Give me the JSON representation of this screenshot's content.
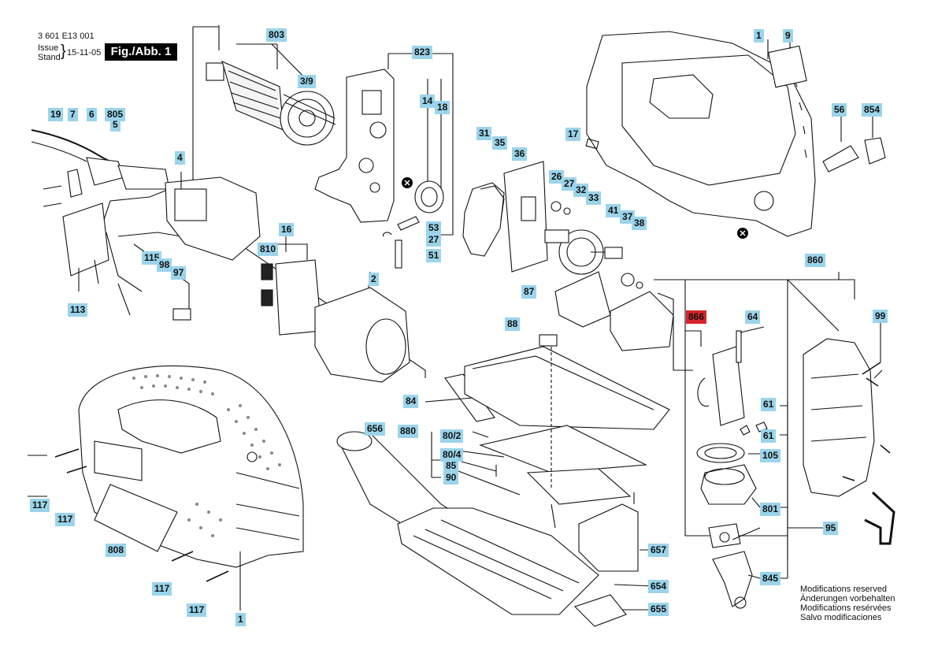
{
  "header": {
    "doc_number": "3 601 E13 001",
    "issue_label": "Issue",
    "stand_label": "Stand",
    "date": "15-11-05",
    "figure_label": "Fig./Abb. 1"
  },
  "part_labels": {
    "p803": "803",
    "p3_9": "3/9",
    "p823": "823",
    "p14": "14",
    "p18": "18",
    "p1_top": "1",
    "p9": "9",
    "p19": "19",
    "p7": "7",
    "p6": "6",
    "p805": "805",
    "p5": "5",
    "p4": "4",
    "p53": "53",
    "p27a": "27",
    "p51": "51",
    "p31": "31",
    "p35": "35",
    "p36": "36",
    "p26": "26",
    "p27b": "27",
    "p32": "32",
    "p33": "33",
    "p17": "17",
    "p56": "56",
    "p854": "854",
    "p41": "41",
    "p37": "37",
    "p38": "38",
    "p16": "16",
    "p810": "810",
    "p115": "115",
    "p98": "98",
    "p97": "97",
    "p113": "113",
    "p2": "2",
    "p87": "87",
    "p860": "860",
    "p866": "866",
    "p64": "64",
    "p99": "99",
    "p88": "88",
    "p84": "84",
    "p61a": "61",
    "p61b": "61",
    "p105": "105",
    "p656": "656",
    "p880": "880",
    "p80_2": "80/2",
    "p80_4": "80/4",
    "p85": "85",
    "p90": "90",
    "p801": "801",
    "p95": "95",
    "p657": "657",
    "p845": "845",
    "p117a": "117",
    "p117b": "117",
    "p117c": "117",
    "p117d": "117",
    "p808": "808",
    "p654": "654",
    "p655": "655",
    "p1_bottom": "1"
  },
  "highlight_color": "#d7262b",
  "label_color": "#9bd4ea",
  "notes": {
    "line1": "Modifications reserved",
    "line2": "Änderungen vorbehalten",
    "line3": "Modifications resérvées",
    "line4": "Salvo modificaciones"
  }
}
